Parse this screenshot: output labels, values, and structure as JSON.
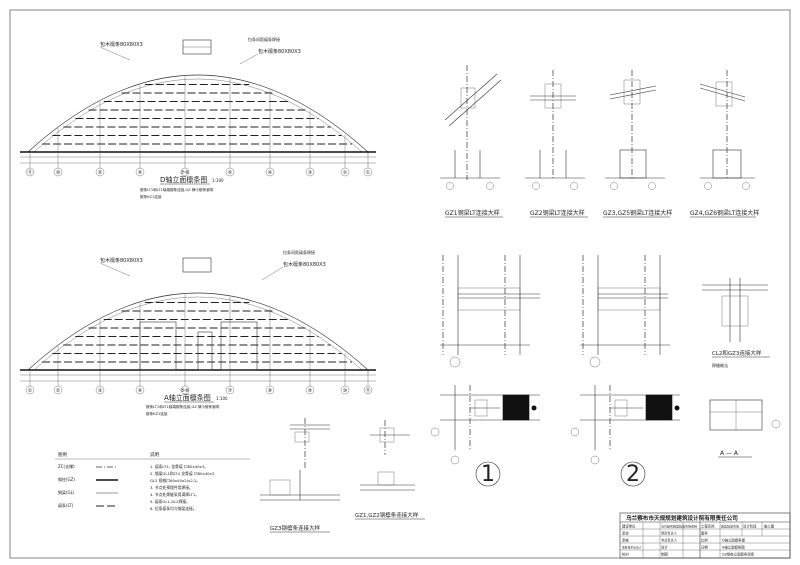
{
  "elevation_d": {
    "title": "D轴立面檩条图",
    "scale": "1:100",
    "callout_left": "包木檩条80X80X3",
    "callout_right": "包木檩条80X80X3",
    "callout_right_top": "拉条间距檩条焊接",
    "note_line1": "檩条LT1和LT1轴端檩条连接,GZ 牌小檩条钢带",
    "note_line2": "檩条KZ1连接",
    "axis_labels": [
      "⑪",
      "⑩",
      "⑨",
      "⑧",
      "⑦⑥",
      "⑤",
      "④",
      "③",
      "②",
      "①"
    ]
  },
  "elevation_a": {
    "title": "A轴立面檩条图",
    "scale": "1:100",
    "callout_left": "包木檩条80X80X3",
    "callout_right": "包木檩条80X80X3",
    "callout_right_top": "拉条间距檩条焊接",
    "note_line1": "檩条LT1和LT1轴端檩条连接,GZ 牌小檩条钢带",
    "note_line2": "檩条KZ1连接",
    "axis_labels": [
      "①",
      "②",
      "③",
      "④",
      "⑤⑥",
      "⑦",
      "⑧",
      "⑨",
      "⑩",
      "⑪"
    ]
  },
  "details_top": [
    {
      "label": "GZ1钢梁LT连接大样"
    },
    {
      "label": "GZ2钢梁LT连接大样"
    },
    {
      "label": "GZ3,GZ5钢梁LT连接大样"
    },
    {
      "label": "GZ4,GZ6钢梁LT连接大样"
    }
  ],
  "detail_cl": {
    "label": "CL2和GZ3连接大样",
    "sub": "焊缝做法"
  },
  "section_aa": {
    "label": "A — A"
  },
  "big_numbers": [
    "1",
    "2"
  ],
  "legend": {
    "header_left": "图例",
    "header_right": "说明",
    "rows": [
      {
        "code": "ZC(支撑)"
      },
      {
        "code": "钢柱(GZ)"
      },
      {
        "code": "钢梁(GL)"
      },
      {
        "code": "檩条(LT)"
      }
    ],
    "notes": [
      "1. 檩条LT1: 龙骨檩 口80x40x3。",
      "2. 钢梁GL1和LT4 龙骨檩 口80x40x3,",
      "   GL2 规格口60x40x2(x2.2。",
      "3. 节点处预埋件用焊接。",
      "4. 节点处焊缝采用满焊LT1。",
      "5. 檩条GL1,GL2焊接。",
      "6. 拉条檩条均与钢梁连接。"
    ]
  },
  "details_bottom": [
    {
      "label": "GZ3钢檩条连接大样"
    },
    {
      "label": "GZ1,GZ2钢檩条连接大样"
    }
  ],
  "title_block": {
    "company": "乌兰察布市天规规划建筑设计院有限责任公司",
    "row1_left": "建设单位",
    "row1_mid": "乌兰察布蔬菜批发市场项目",
    "row1_right_a": "工程名称",
    "row1_right_b": "蔬菜批发市场",
    "row1_right_c": "设计阶段",
    "row1_right_d": "施工图",
    "row2_left": "审定",
    "row2_mid": "项目负责人",
    "row2_right_a": "图号",
    "row3_left": "审核",
    "row3_mid": "专业负责人",
    "row3_right_a": "比例",
    "row4_left": "项目技术负责人",
    "row4_mid": "设计",
    "row4_right_a": "日期",
    "row5_left": "校对",
    "row5_mid": "制图",
    "drawing_title_1": "D轴立面檩条图",
    "drawing_title_2": "A轴立面檩条图",
    "drawing_title_3": "GZ钢柱立面檩条连接"
  }
}
